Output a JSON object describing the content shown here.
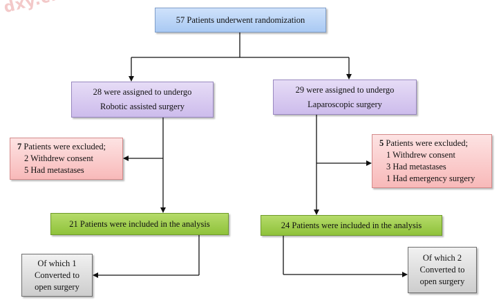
{
  "watermark": "dxy.cn",
  "randomization": {
    "text": "57 Patients underwent randomization"
  },
  "robotic": {
    "assigned_line1": "28 were assigned to undergo",
    "assigned_line2": "Robotic assisted surgery",
    "excluded_count": "7",
    "excluded_label": " Patients were excluded;",
    "excluded_reasons": [
      "2 Withdrew consent",
      "5 Had metastases"
    ],
    "included": "21 Patients were included in the analysis",
    "converted_line1": "Of which 1",
    "converted_line2": "Converted to",
    "converted_line3": "open surgery"
  },
  "laparoscopic": {
    "assigned_line1": "29 were assigned to undergo",
    "assigned_line2": "Laparoscopic surgery",
    "excluded_count": "5",
    "excluded_label": " Patients were excluded;",
    "excluded_reasons": [
      "1 Withdrew consent",
      "3 Had metastases",
      "1 Had emergency surgery"
    ],
    "included": "24 Patients were included in the analysis",
    "converted_line1": "Of which 2",
    "converted_line2": "Converted to",
    "converted_line3": "open surgery"
  }
}
